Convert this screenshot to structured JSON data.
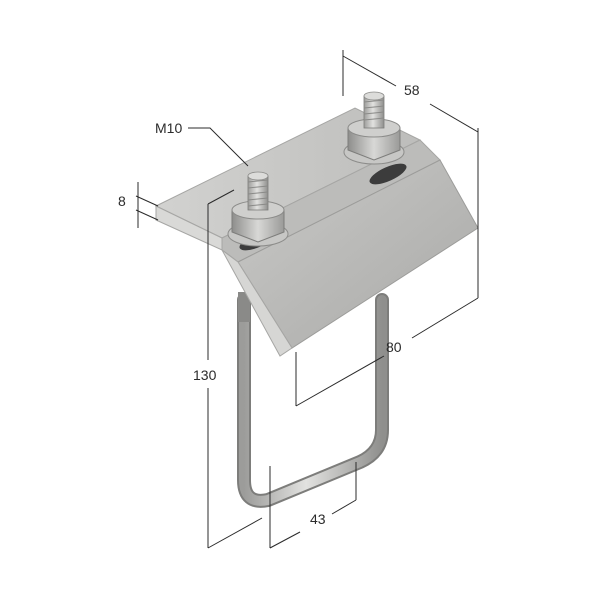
{
  "drawing": {
    "thread_callout": "M10",
    "dimensions": {
      "plate_width": "58",
      "plate_thickness": "8",
      "overall_height": "130",
      "plate_length": "80",
      "inner_width": "43"
    }
  },
  "colors": {
    "background": "#ffffff",
    "metal_top": "#c3c3c1",
    "metal_face": "#b3b3b1",
    "metal_edge": "#d6d6d4",
    "dimension_line": "#2b2b2b"
  }
}
